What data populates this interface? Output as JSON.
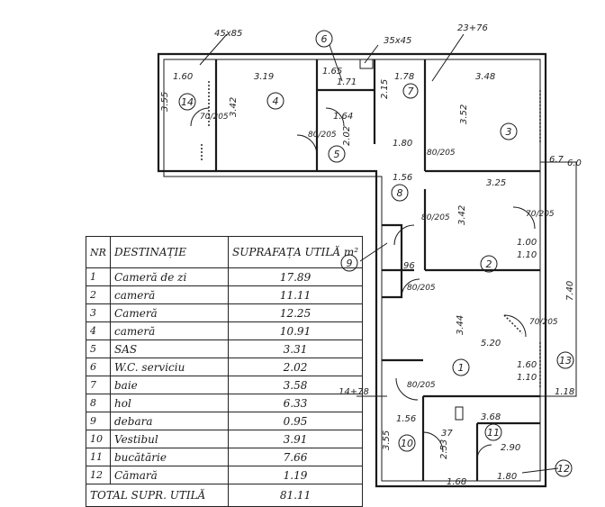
{
  "plan": {
    "rooms": [
      {
        "n": "1"
      },
      {
        "n": "2"
      },
      {
        "n": "3"
      },
      {
        "n": "4"
      },
      {
        "n": "5"
      },
      {
        "n": "6"
      },
      {
        "n": "7"
      },
      {
        "n": "8"
      },
      {
        "n": "9"
      },
      {
        "n": "10"
      },
      {
        "n": "11"
      },
      {
        "n": "12"
      },
      {
        "n": "13"
      },
      {
        "n": "14"
      }
    ],
    "dims": [
      "45x85",
      "35x45",
      "23+76",
      "1.60",
      "3.19",
      "1.65",
      "1.71",
      "1.78",
      "3.48",
      "3.55",
      "3.42",
      "1.64",
      "2.15",
      "2.02",
      "1.80",
      "3.52",
      "1.56",
      "3.25",
      "6.7",
      "6.0",
      "3.42",
      "96",
      "1.00",
      "1.10",
      "3.44",
      "5.20",
      "1.60",
      "1.10",
      "7.40",
      "1.18",
      "14+78",
      "1.56",
      "3.68",
      "37",
      "2.53",
      "2.90",
      "1.80",
      "1.68",
      "3.55"
    ],
    "doors": [
      "70/205",
      "80/205",
      "80/205",
      "80/205",
      "80/205",
      "80/205",
      "70/205",
      "70/205"
    ]
  },
  "table": {
    "headers": {
      "nr": "NR",
      "destinatie": "DESTINAȚIE",
      "suprafata": "SUPRAFAȚA UTILĂ m²"
    },
    "rows": [
      {
        "nr": "1",
        "dest": "Cameră de zi",
        "supr": "17.89"
      },
      {
        "nr": "2",
        "dest": "cameră",
        "supr": "11.11"
      },
      {
        "nr": "3",
        "dest": "Cameră",
        "supr": "12.25"
      },
      {
        "nr": "4",
        "dest": "cameră",
        "supr": "10.91"
      },
      {
        "nr": "5",
        "dest": "SAS",
        "supr": "3.31"
      },
      {
        "nr": "6",
        "dest": "W.C. serviciu",
        "supr": "2.02"
      },
      {
        "nr": "7",
        "dest": "baie",
        "supr": "3.58"
      },
      {
        "nr": "8",
        "dest": "hol",
        "supr": "6.33"
      },
      {
        "nr": "9",
        "dest": "debara",
        "supr": "0.95"
      },
      {
        "nr": "10",
        "dest": "Vestibul",
        "supr": "3.91"
      },
      {
        "nr": "11",
        "dest": "bucătărie",
        "supr": "7.66"
      },
      {
        "nr": "12",
        "dest": "Cămară",
        "supr": "1.19"
      }
    ],
    "total": {
      "label": "TOTAL SUPR. UTILĂ",
      "value": "81.11"
    }
  }
}
